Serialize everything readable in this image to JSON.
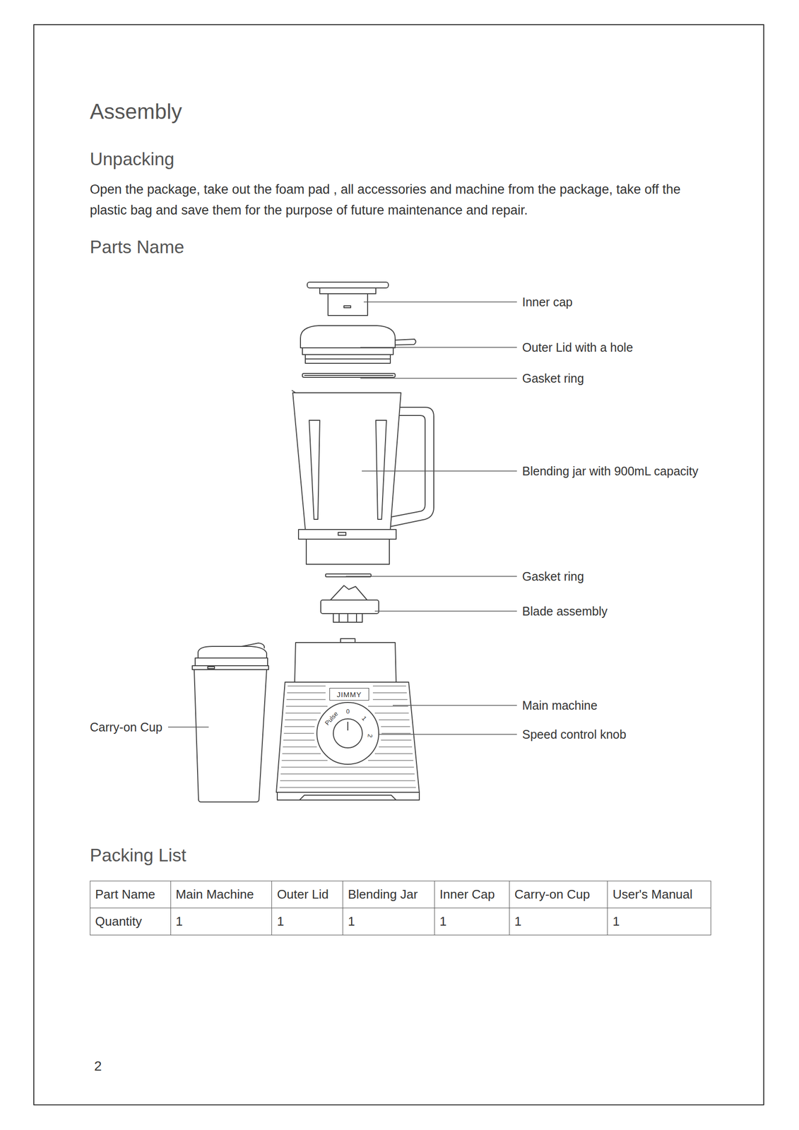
{
  "diagram": {
    "title": "Assembly",
    "nodes": [
      {
        "text": [
          "JIMMY"
        ]
      }
    ],
    "labels": [
      "Unpacking",
      "Open the package, take out the foam pad , all accessories and machine from the package, take off the plastic bag and save them for the purpose of future maintenance and repair.",
      "Parts Name",
      "Inner cap",
      "Outer Lid with a hole",
      "Gasket ring",
      "Blending jar with 900mL capacity",
      "Gasket ring",
      "Blade assembly",
      "Main machine",
      "Pulse",
      "0",
      "1",
      "2",
      "Carry-on Cup",
      "Speed control knob",
      "Packing List",
      "Part Name",
      "Main Machine",
      "Outer Lid",
      "Blending Jar",
      "Inner Cap",
      "Carry-on Cup",
      "User's Manual",
      "Quantity",
      "1",
      "1",
      "1",
      "1",
      "1",
      "1",
      "2"
    ]
  }
}
